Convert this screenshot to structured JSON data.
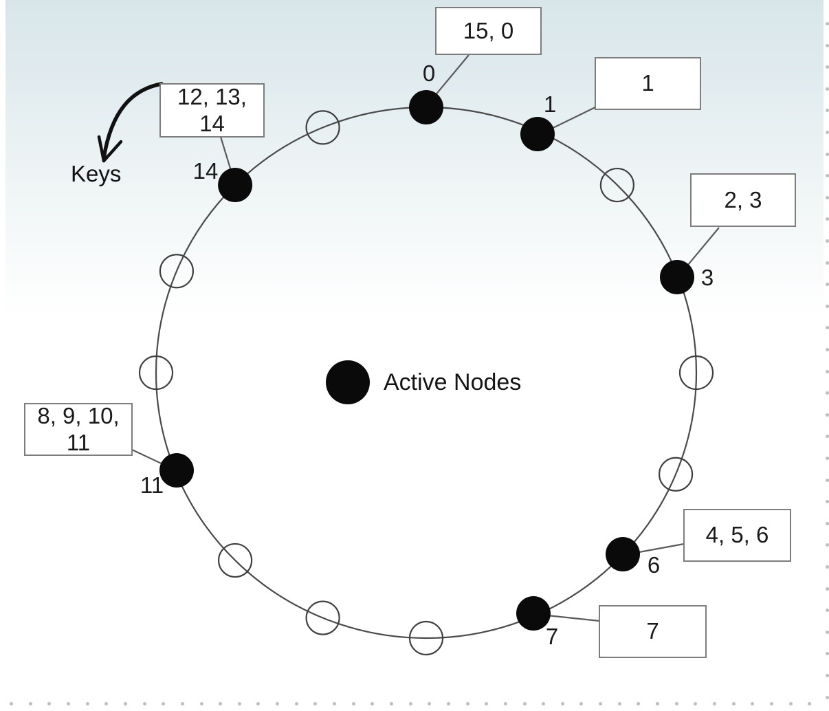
{
  "legend": {
    "label": "Active Nodes"
  },
  "keys_annotation": {
    "label": "Keys"
  },
  "ring": {
    "positions": 16,
    "active_node_ids": [
      0,
      1,
      3,
      6,
      7,
      11,
      14
    ],
    "nodes": [
      {
        "id": 0,
        "active": true,
        "label": "0",
        "keys": "15, 0"
      },
      {
        "id": 1,
        "active": true,
        "label": "1",
        "keys": "1"
      },
      {
        "id": 2,
        "active": false
      },
      {
        "id": 3,
        "active": true,
        "label": "3",
        "keys": "2, 3"
      },
      {
        "id": 4,
        "active": false
      },
      {
        "id": 5,
        "active": false
      },
      {
        "id": 6,
        "active": true,
        "label": "6",
        "keys": "4, 5, 6"
      },
      {
        "id": 7,
        "active": true,
        "label": "7",
        "keys": "7"
      },
      {
        "id": 8,
        "active": false
      },
      {
        "id": 9,
        "active": false
      },
      {
        "id": 10,
        "active": false
      },
      {
        "id": 11,
        "active": true,
        "label": "11",
        "keys": "8, 9, 10, 11"
      },
      {
        "id": 12,
        "active": false
      },
      {
        "id": 13,
        "active": false
      },
      {
        "id": 14,
        "active": true,
        "label": "14",
        "keys": "12, 13, 14"
      },
      {
        "id": 15,
        "active": false
      }
    ]
  },
  "colors": {
    "active_node": "#0a0a0a",
    "ring_stroke": "#4a4a4a",
    "box_border": "#7d7d7d",
    "border_dots": "#bfbfbf",
    "header_gradient_top": "#d8e6ea"
  }
}
